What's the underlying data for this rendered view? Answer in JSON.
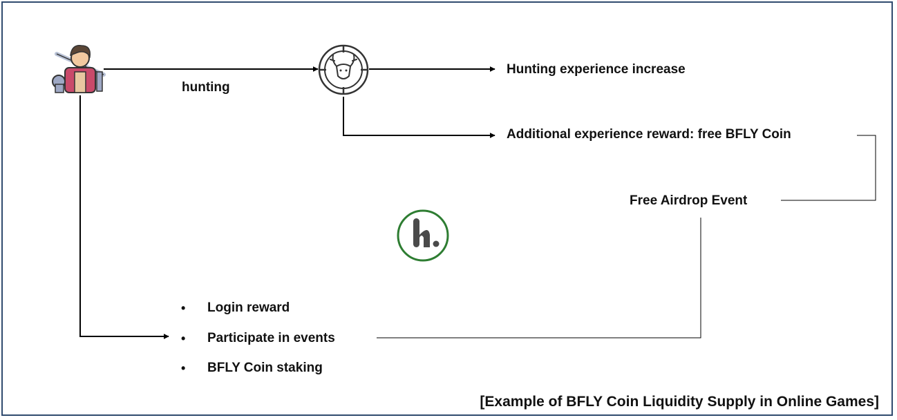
{
  "labels": {
    "hunting": "hunting",
    "hunting_exp": "Hunting experience increase",
    "additional_reward": "Additional experience reward: free BFLY Coin",
    "airdrop": "Free Airdrop Event",
    "caption": "[Example of BFLY Coin Liquidity Supply in Online Games]"
  },
  "bullets": [
    "Login reward",
    "Participate in events",
    "BFLY Coin staking"
  ],
  "icons": {
    "player": "warrior-avatar-icon",
    "target": "deer-crosshair-icon",
    "logo": "bfly-logo-icon"
  },
  "colors": {
    "frame": "#2f4a6e",
    "logo": "#2e7d32",
    "line": "#000000"
  }
}
